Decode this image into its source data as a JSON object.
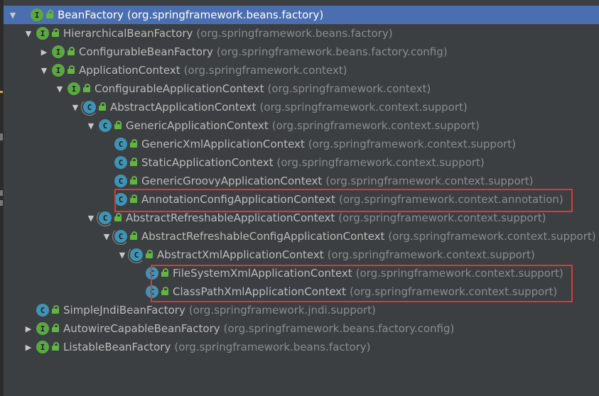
{
  "tree": {
    "rows": [
      {
        "name": "BeanFactory",
        "pkg": "(org.springframework.beans.factory)",
        "type": "interface",
        "expanded": true,
        "level": 0,
        "selected": true
      },
      {
        "name": "HierarchicalBeanFactory",
        "pkg": "(org.springframework.beans.factory)",
        "type": "interface",
        "expanded": true,
        "level": 1
      },
      {
        "name": "ConfigurableBeanFactory",
        "pkg": "(org.springframework.beans.factory.config)",
        "type": "interface",
        "expanded": false,
        "level": 2
      },
      {
        "name": "ApplicationContext",
        "pkg": "(org.springframework.context)",
        "type": "interface",
        "expanded": true,
        "level": 2
      },
      {
        "name": "ConfigurableApplicationContext",
        "pkg": "(org.springframework.context)",
        "type": "interface",
        "expanded": true,
        "level": 3
      },
      {
        "name": "AbstractApplicationContext",
        "pkg": "(org.springframework.context.support)",
        "type": "abstract",
        "expanded": true,
        "level": 4
      },
      {
        "name": "GenericApplicationContext",
        "pkg": "(org.springframework.context.support)",
        "type": "class",
        "expanded": true,
        "level": 5
      },
      {
        "name": "GenericXmlApplicationContext",
        "pkg": "(org.springframework.context.support)",
        "type": "class",
        "expanded": null,
        "level": 6
      },
      {
        "name": "StaticApplicationContext",
        "pkg": "(org.springframework.context.support)",
        "type": "class",
        "expanded": null,
        "level": 6
      },
      {
        "name": "GenericGroovyApplicationContext",
        "pkg": "(org.springframework.context.support)",
        "type": "class",
        "expanded": null,
        "level": 6
      },
      {
        "name": "AnnotationConfigApplicationContext",
        "pkg": "(org.springframework.context.annotation)",
        "type": "class",
        "expanded": null,
        "level": 6
      },
      {
        "name": "AbstractRefreshableApplicationContext",
        "pkg": "(org.springframework.context.support)",
        "type": "abstract",
        "expanded": true,
        "level": 5
      },
      {
        "name": "AbstractRefreshableConfigApplicationContext",
        "pkg": "(org.springframework.context.support)",
        "type": "abstract",
        "expanded": true,
        "level": 6
      },
      {
        "name": "AbstractXmlApplicationContext",
        "pkg": "(org.springframework.context.support)",
        "type": "abstract",
        "expanded": true,
        "level": 7
      },
      {
        "name": "FileSystemXmlApplicationContext",
        "pkg": "(org.springframework.context.support)",
        "type": "class",
        "expanded": null,
        "level": 8
      },
      {
        "name": "ClassPathXmlApplicationContext",
        "pkg": "(org.springframework.context.support)",
        "type": "class",
        "expanded": null,
        "level": 8
      },
      {
        "name": "SimpleJndiBeanFactory",
        "pkg": "(org.springframework.jndi.support)",
        "type": "class",
        "expanded": null,
        "level": 1
      },
      {
        "name": "AutowireCapableBeanFactory",
        "pkg": "(org.springframework.beans.factory.config)",
        "type": "interface",
        "expanded": false,
        "level": 1
      },
      {
        "name": "ListableBeanFactory",
        "pkg": "(org.springframework.beans.factory)",
        "type": "interface",
        "expanded": false,
        "level": 1
      }
    ]
  },
  "colors": {
    "background": "#3c3f41",
    "selection": "#4b6eaf",
    "interface_icon": "#5aa843",
    "class_icon": "#3f93b5",
    "highlight_box": "#d63a3a"
  },
  "icons": {
    "interface": "interface-icon",
    "class": "class-icon",
    "abstract": "abstract-class-icon",
    "access": "public-lock-icon"
  }
}
